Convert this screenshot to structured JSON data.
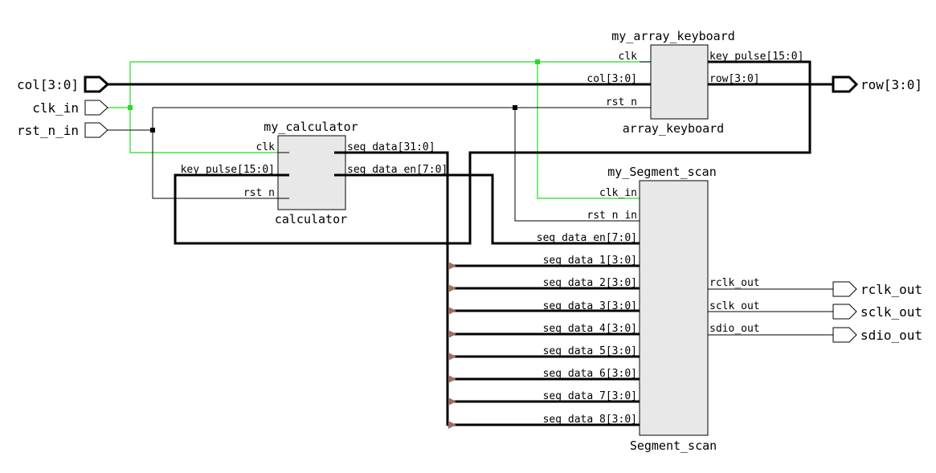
{
  "ports": {
    "col": "col[3:0]",
    "clk_in": "clk_in",
    "rst_n_in": "rst_n_in",
    "row": "row[3:0]",
    "rclk_out": "rclk_out",
    "sclk_out": "sclk_out",
    "sdio_out": "sdio_out"
  },
  "keyboard": {
    "instance": "my_array_keyboard",
    "module": "array_keyboard",
    "pins": {
      "clk": "clk",
      "col": "col[3:0]",
      "rst_n": "rst_n",
      "key_pulse": "key_pulse[15:0]",
      "row": "row[3:0]"
    }
  },
  "calculator": {
    "instance": "my_calculator",
    "module": "calculator",
    "pins": {
      "clk": "clk",
      "key_pulse": "key_pulse[15:0]",
      "rst_n": "rst_n",
      "seg_data": "seg_data[31:0]",
      "seg_data_en": "seg_data_en[7:0]"
    }
  },
  "segment": {
    "instance": "my_Segment_scan",
    "module": "Segment_scan",
    "pins": {
      "clk_in": "clk_in",
      "rst_n_in": "rst_n_in",
      "seg_data_en": "seg_data_en[7:0]",
      "seg_data": [
        "seg_data_1[3:0]",
        "seg_data_2[3:0]",
        "seg_data_3[3:0]",
        "seg_data_4[3:0]",
        "seg_data_5[3:0]",
        "seg_data_6[3:0]",
        "seg_data_7[3:0]",
        "seg_data_8[3:0]"
      ],
      "rclk_out": "rclk_out",
      "sclk_out": "sclk_out",
      "sdio_out": "sdio_out"
    }
  },
  "colors": {
    "clock_net": "#22dd22",
    "block_fill": "#e8e8e8",
    "bus_ripper": "#9b7060"
  }
}
